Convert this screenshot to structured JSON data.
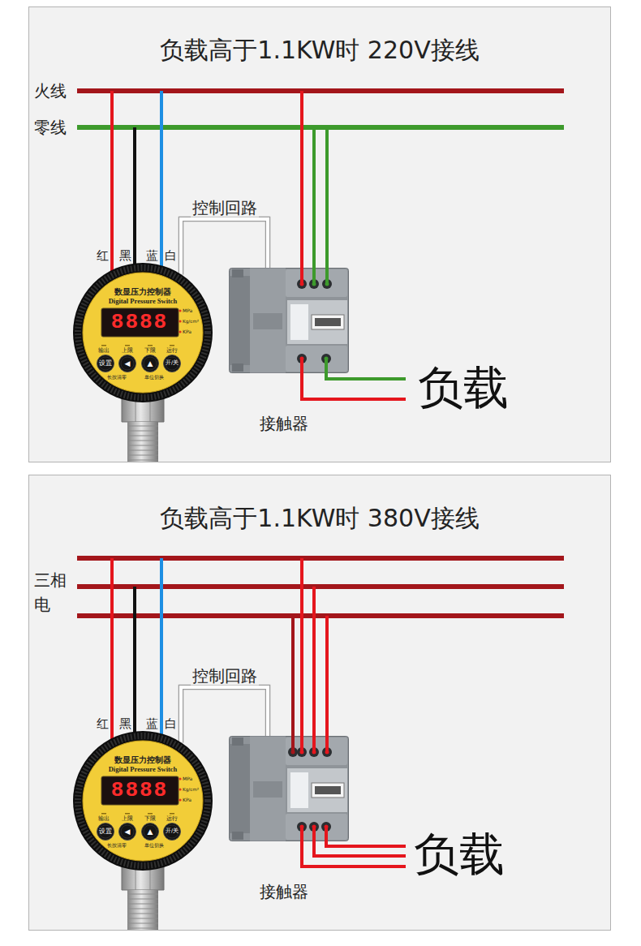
{
  "diagram": {
    "nodes": [
      {
        "text": [
          "负载高于1.1KW时 220V接线"
        ]
      },
      {
        "text": [
          "数显压力控制器",
          "Digital Pressure Switch",
          "8888",
          "MPa",
          "Kg/cm²",
          "KPa",
          "输出",
          "上限",
          "下限",
          "运行",
          "长按清零",
          "单位切换"
        ],
        "in": 0
      },
      {
        "text": [
          "设置"
        ],
        "in": 1
      },
      {
        "text": [
          "◀"
        ],
        "in": 1
      },
      {
        "text": [
          "▲"
        ],
        "in": 1
      },
      {
        "text": [
          "开/关"
        ],
        "in": 1
      },
      {
        "text": [
          "接触器"
        ],
        "in": 0
      },
      {
        "text": [
          "负载高于1.1KW时 380V接线"
        ]
      },
      {
        "text": [
          "数显压力控制器",
          "Digital Pressure Switch",
          "8888",
          "MPa",
          "Kg/cm²",
          "KPa",
          "输出",
          "上限",
          "下限",
          "运行",
          "长按清零",
          "单位切换"
        ],
        "in": 7
      },
      {
        "text": [
          "设置"
        ],
        "in": 8
      },
      {
        "text": [
          "◀"
        ],
        "in": 8
      },
      {
        "text": [
          "▲"
        ],
        "in": 8
      },
      {
        "text": [
          "开/关"
        ],
        "in": 8
      },
      {
        "text": [
          "接触器"
        ],
        "in": 7
      }
    ],
    "edges": [
      {
        "from": 1,
        "to": 6,
        "label": "控制回路",
        "arrow": "none"
      },
      {
        "from": 8,
        "to": 13,
        "label": "控制回路",
        "arrow": "none"
      }
    ],
    "labels": [
      "火线",
      "零线",
      "红",
      "黑",
      "蓝",
      "白",
      "负载",
      "三相电",
      "红",
      "黑",
      "蓝",
      "白",
      "负载"
    ]
  }
}
